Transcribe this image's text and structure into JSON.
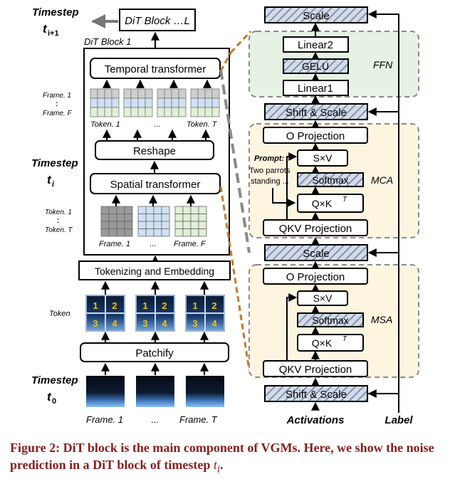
{
  "left": {
    "timestep_next_label": "Timestep",
    "timestep_next_sub": "i+1",
    "timestep_mid_label": "Timestep",
    "timestep_mid_sub": "i",
    "timestep_first_label": "Timestep",
    "timestep_first_sub": "0",
    "dit_block_next": "DiT Block …L",
    "dit_block_title": "DiT Block 1",
    "temporal_transformer": "Temporal transformer",
    "reshape": "Reshape",
    "spatial_transformer": "Spatial transformer",
    "tokenizing": "Tokenizing and Embedding",
    "patchify": "Patchify",
    "frame_1": "Frame. 1",
    "frame_f": "Frame. F",
    "token_1": "Token. 1",
    "token_t": "Token. T",
    "ellipsis": "...",
    "vdots": ":",
    "token_label": "Token",
    "frame_t": "Frame. T",
    "patch_numbers": [
      "1",
      "2",
      "3",
      "4"
    ]
  },
  "right": {
    "scale_top": "Scale",
    "linear2": "Linear2",
    "gelu": "GELU",
    "linear1": "Linear1",
    "ffn": "FFN",
    "shift_scale_upper": "Shift & Scale",
    "o_projection_mca": "O Projection",
    "sxv_mca": "S×V",
    "softmax_mca": "Softmax",
    "qk_mca": "Q×K",
    "qk_sup": "T",
    "qkv_mca": "QKV Projection",
    "mca": "MCA",
    "prompt_label": "Prompt:",
    "prompt_text_1": "Two parrots",
    "prompt_text_2": "standing ...",
    "scale_mid": "Scale",
    "o_projection_msa": "O Projection",
    "sxv_msa": "S×V",
    "softmax_msa": "Softmax",
    "qk_msa": "Q×K",
    "qkv_msa": "QKV Projection",
    "msa": "MSA",
    "shift_scale_lower": "Shift & Scale",
    "activations": "Activations",
    "label": "Label"
  },
  "caption": {
    "text": "Figure 2: DiT block is the main component of VGMs. Here, we show the noise prediction in a DiT block of timestep ",
    "var": "t",
    "sub": "i",
    "end": "."
  },
  "colors": {
    "ffn_fill": "#e6f2e4",
    "attn_fill": "#fdf5e0",
    "token_blue": "#cfe1f3",
    "token_green": "#e1efd6",
    "token_gray": "#9a9a9a",
    "dashed_border": "#8a8a8a",
    "orange_dash": "#c8782a",
    "caption_color": "#8a1c1c",
    "hatch_stroke": "#7f93b3"
  }
}
